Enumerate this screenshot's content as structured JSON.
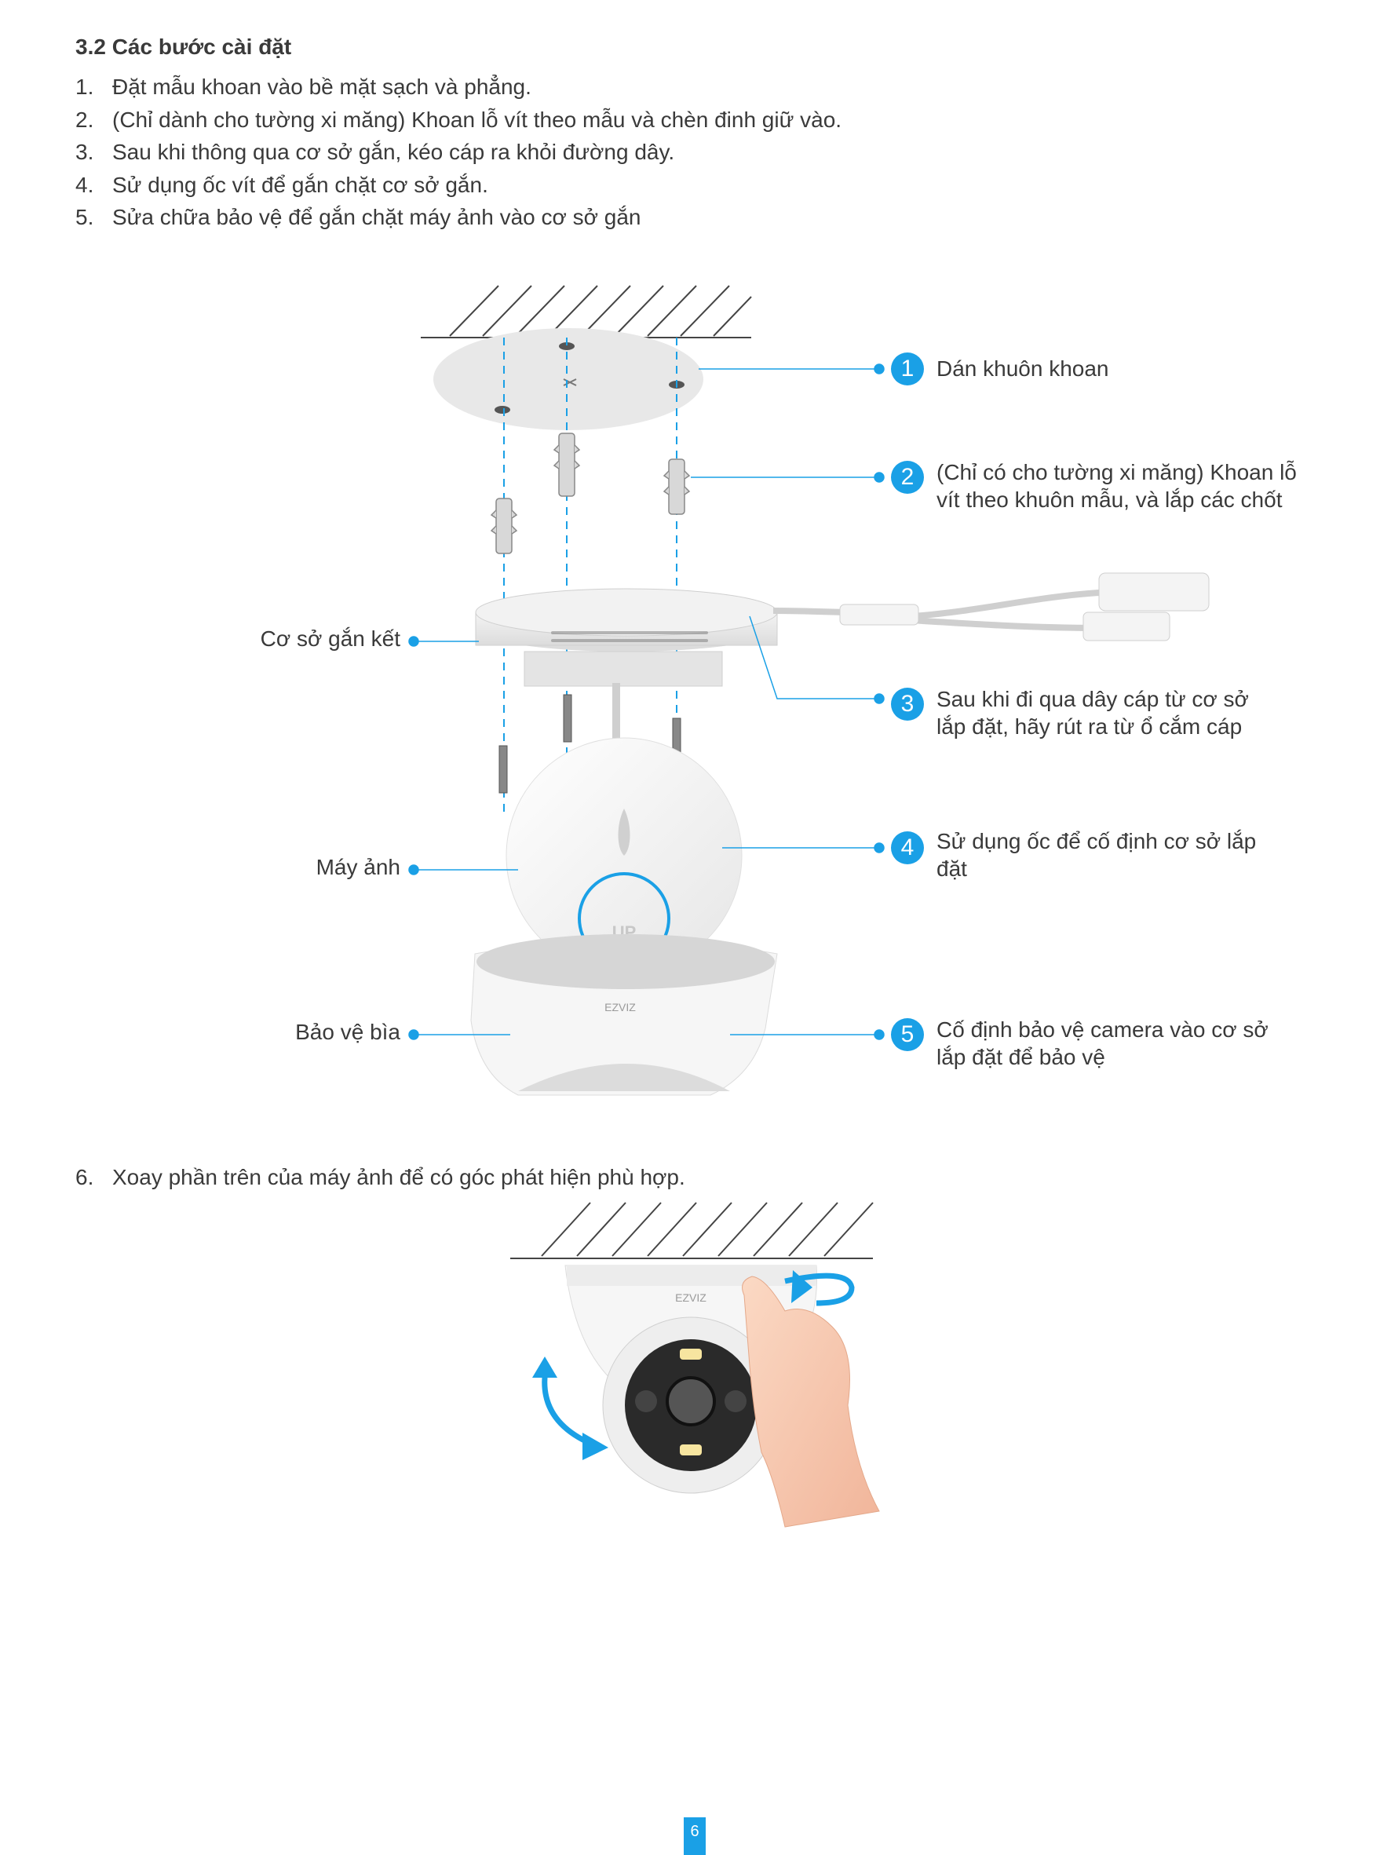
{
  "section_title": "3.2 Các bước cài đặt",
  "steps": [
    {
      "num": "1.",
      "text": "Đặt mẫu khoan vào bề mặt sạch và phẳng."
    },
    {
      "num": "2.",
      "text": "(Chỉ dành cho tường xi măng) Khoan lỗ vít theo mẫu và chèn đinh giữ vào."
    },
    {
      "num": "3.",
      "text": "Sau khi thông qua cơ sở gắn, kéo cáp ra khỏi đường dây."
    },
    {
      "num": "4.",
      "text": "Sử dụng ốc vít để gắn chặt cơ sở gắn."
    },
    {
      "num": "5.",
      "text": "Sửa chữa bảo vệ để gắn chặt máy ảnh vào cơ sở gắn"
    },
    {
      "num": "6.",
      "text": "Xoay phần trên của máy ảnh để có góc phát hiện phù hợp."
    }
  ],
  "diagram": {
    "left_labels": {
      "mount_base": "Cơ sở gắn kết",
      "camera": "Máy ảnh",
      "cover": "Bảo vệ bìa"
    },
    "callouts": [
      {
        "num": "1",
        "text": "Dán khuôn khoan"
      },
      {
        "num": "2",
        "text": "(Chỉ có cho tường xi măng) Khoan lỗ vít theo khuôn mẫu, và lắp các chốt"
      },
      {
        "num": "3",
        "text": "Sau khi đi qua dây cáp từ cơ sở lắp đặt, hãy rút ra từ ổ cắm cáp"
      },
      {
        "num": "4",
        "text": "Sử dụng ốc để cố định cơ sở lắp đặt"
      },
      {
        "num": "5",
        "text": "Cố định bảo vệ camera vào cơ sở lắp đặt để bảo vệ"
      }
    ],
    "camera_up_mark": "UP",
    "brand_logo": "EZVIZ"
  },
  "page_number": "6",
  "colors": {
    "accent": "#1aa0e6",
    "text": "#3a3a3a"
  }
}
